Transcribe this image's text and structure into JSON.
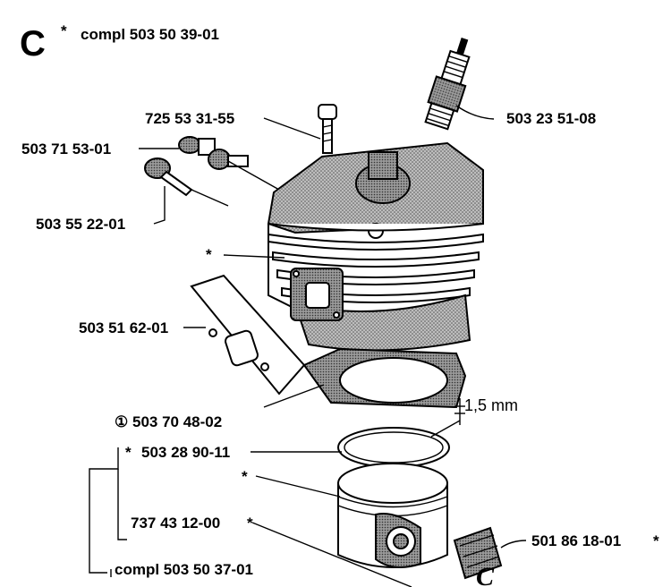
{
  "header": {
    "section_letter": "C",
    "asterisk": "*",
    "compl_label": "compl 503 50 39-01"
  },
  "parts": {
    "bolt": "725 53 31-55",
    "spark_plug": "503 23 51-08",
    "fitting_upper": "503 71 53-01",
    "fitting_lower": "503 55 22-01",
    "cylinder_marker": "*",
    "gasket_plate": "503 51 62-01",
    "base_gasket": "503 70 48-02",
    "base_gasket_prefix": "①",
    "thickness": "1,5 mm",
    "piston_ring": "503 28 90-11",
    "piston_ring_marker": "*",
    "piston_marker": "*",
    "piston_pin": "737 43 12-00",
    "piston_pin_marker": "*",
    "needle_bearing": "501 86 18-01",
    "needle_bearing_marker": "*",
    "piston_kit": "compl 503 50 37-01"
  }
}
